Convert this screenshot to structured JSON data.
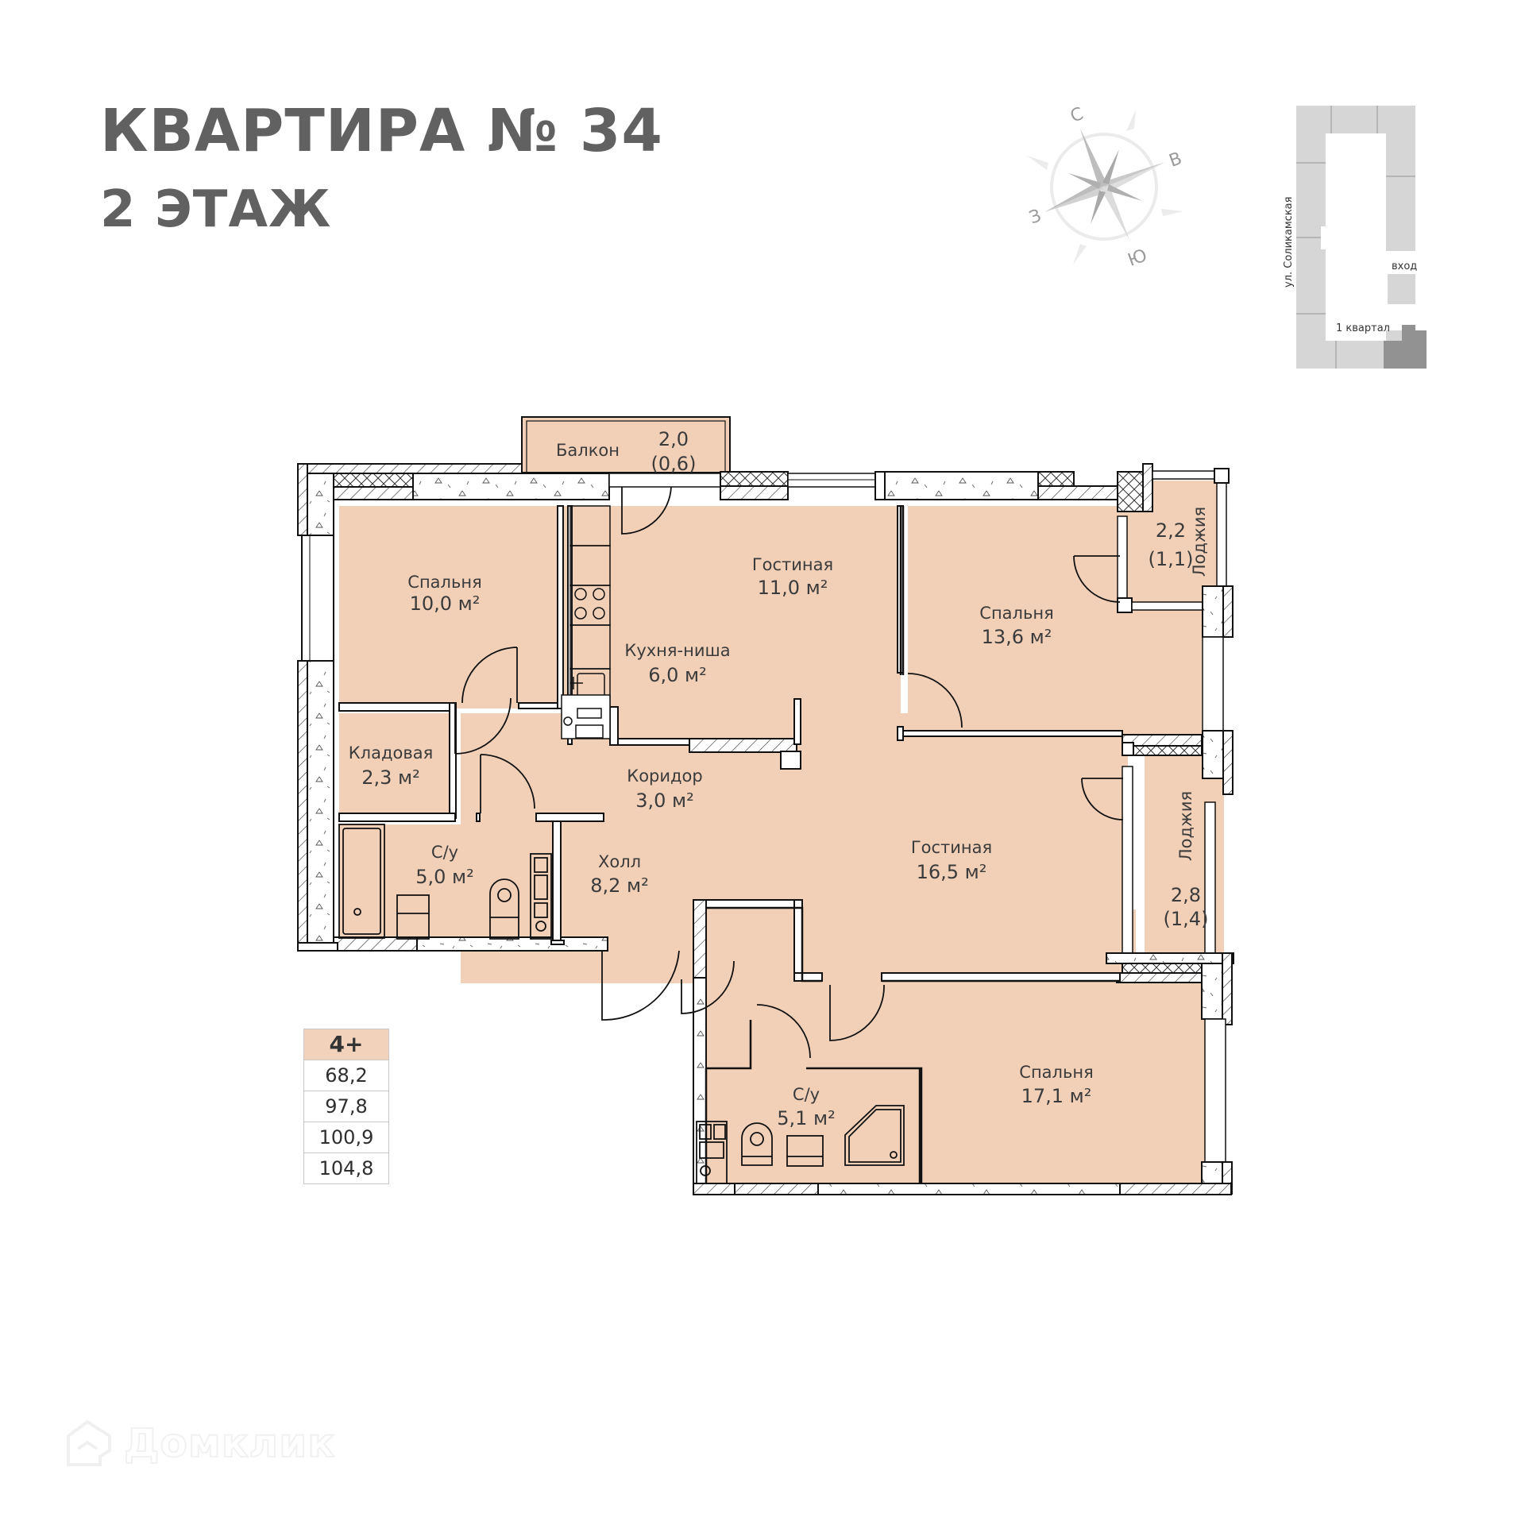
{
  "header": {
    "title": "КВАРТИРА № 34",
    "floor": "2 ЭТАЖ"
  },
  "compass": {
    "north": "С",
    "east": "В",
    "west": "З",
    "south": "Ю"
  },
  "site_plan": {
    "street": "ул. Соликамская",
    "entrance": "вход",
    "block": "1 квартал"
  },
  "rooms": {
    "balcony": {
      "name": "Балкон",
      "area": "2,0",
      "reduced": "(0,6)"
    },
    "bedroom1": {
      "name": "Спальня",
      "area": "10,0 м²"
    },
    "living1": {
      "name": "Гостиная",
      "area": "11,0 м²"
    },
    "kitchen": {
      "name": "Кухня-ниша",
      "area": "6,0 м²"
    },
    "bedroom2": {
      "name": "Спальня",
      "area": "13,6 м²"
    },
    "loggia1": {
      "name": "Лоджия",
      "area": "2,2",
      "reduced": "(1,1)"
    },
    "storage": {
      "name": "Кладовая",
      "area": "2,3 м²"
    },
    "corridor": {
      "name": "Коридор",
      "area": "3,0 м²"
    },
    "bath1": {
      "name": "С/у",
      "area": "5,0 м²"
    },
    "hall": {
      "name": "Холл",
      "area": "8,2 м²"
    },
    "living2": {
      "name": "Гостиная",
      "area": "16,5 м²"
    },
    "loggia2": {
      "name": "Лоджия",
      "area": "2,8",
      "reduced": "(1,4)"
    },
    "bath2": {
      "name": "С/у",
      "area": "5,1 м²"
    },
    "bedroom3": {
      "name": "Спальня",
      "area": "17,1 м²"
    }
  },
  "summary_table": {
    "rooms_label": "4+",
    "values": [
      "68,2",
      "97,8",
      "100,9",
      "104,8"
    ]
  },
  "watermark": {
    "text": "Домклик"
  },
  "colors": {
    "room_fill": "#F2D0B7",
    "title": "#616161",
    "wall": "#111111"
  }
}
